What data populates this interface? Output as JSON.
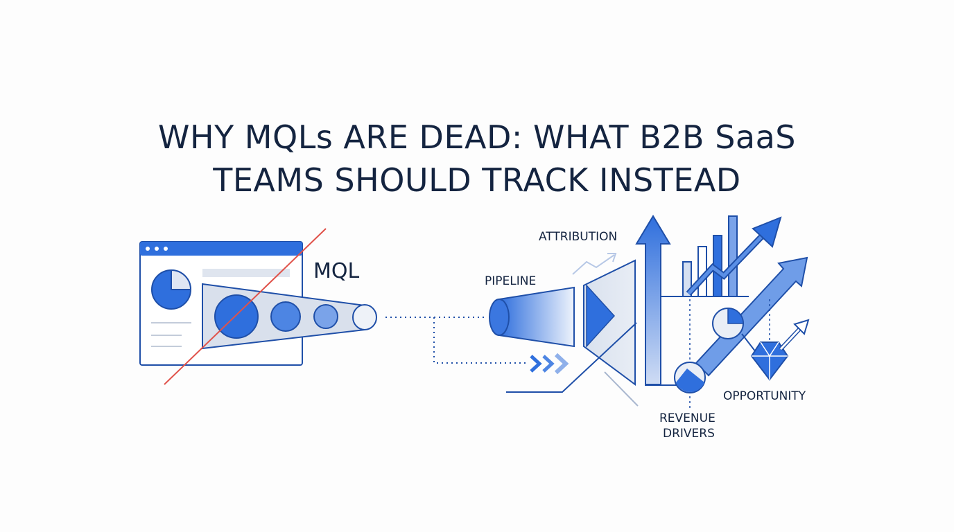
{
  "title": {
    "line1": "WHY MQLs ARE DEAD: WHAT B2B SaaS",
    "line2": "TEAMS SHOULD TRACK INSTEAD"
  },
  "labels": {
    "mql": "MQL",
    "attribution": "ATTRIBUTION",
    "pipeline": "PIPELINE",
    "opportunity": "OPPORTUNITY",
    "revenue_line1": "REVENUE",
    "revenue_line2": "DRIVERS"
  },
  "colors": {
    "ink": "#142440",
    "blue": "#2f6fdd",
    "blue_dark": "#1f4fa8",
    "blue_light": "#a9c3ee",
    "panel": "#dde3ee",
    "strike": "#e0524a"
  },
  "icons": [
    "browser-window-icon",
    "pie-chart-icon",
    "funnel-icon",
    "pipeline-cone-icon",
    "chevrons-icon",
    "growth-arrow-icon",
    "bar-chart-icon",
    "diamond-icon"
  ]
}
